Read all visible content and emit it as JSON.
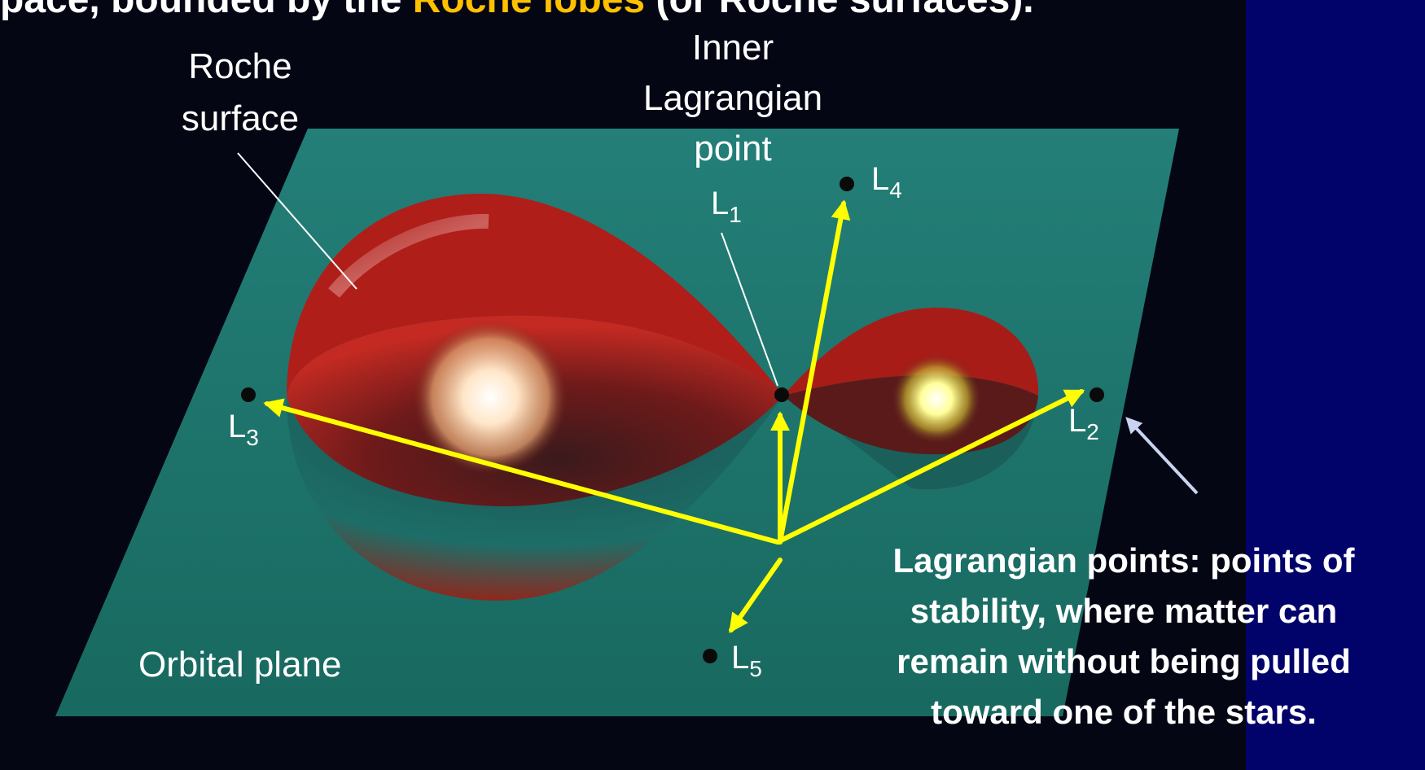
{
  "header": {
    "text_before": "pace, bounded by the ",
    "highlight": "Roche lobes",
    "text_after": " (or Roche surfaces)."
  },
  "labels": {
    "roche_surface": [
      "Roche",
      "surface"
    ],
    "inner_lagrangian": [
      "Inner",
      "Lagrangian",
      "point"
    ],
    "orbital_plane": "Orbital plane"
  },
  "points": {
    "L1": {
      "letter": "L",
      "index": "1"
    },
    "L2": {
      "letter": "L",
      "index": "2"
    },
    "L3": {
      "letter": "L",
      "index": "3"
    },
    "L4": {
      "letter": "L",
      "index": "4"
    },
    "L5": {
      "letter": "L",
      "index": "5"
    }
  },
  "caption": [
    "Lagrangian points: points of",
    "stability, where matter can",
    "remain without being pulled",
    "toward one of the stars."
  ],
  "colors": {
    "slide_background": "#02026b",
    "photo_background": "#040614",
    "orbital_plane": "#1d7a72",
    "roche_lobe": "#b4201c",
    "arrow": "#ffff00",
    "header_highlight": "#ffc000",
    "pointer_arrow": "#c8d4f0"
  }
}
